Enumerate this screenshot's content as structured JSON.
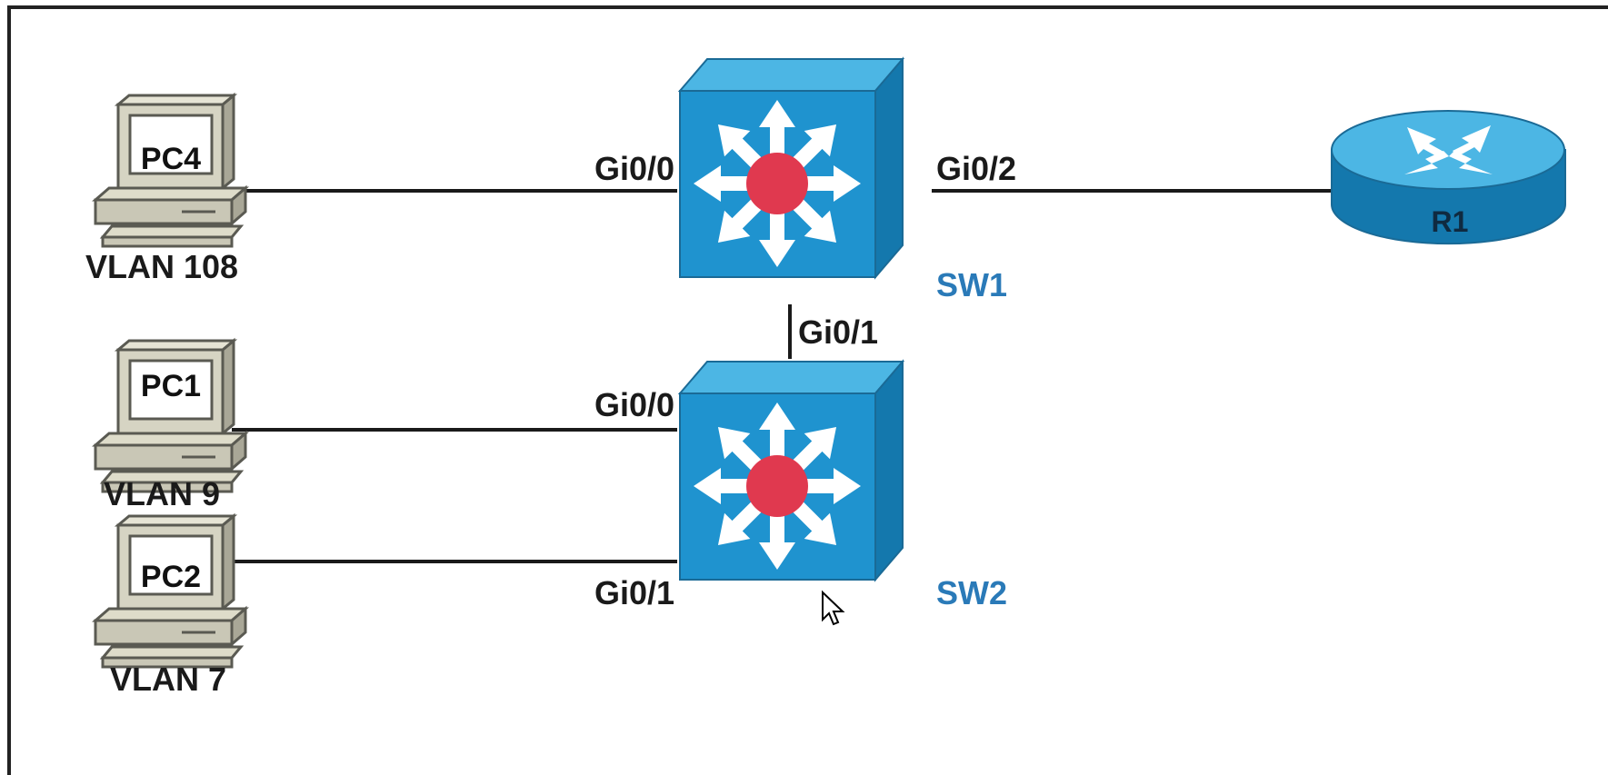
{
  "devices": {
    "pc4": {
      "name": "PC4",
      "vlan": "VLAN 108"
    },
    "pc1": {
      "name": "PC1",
      "vlan": "VLAN 9"
    },
    "pc2": {
      "name": "PC2",
      "vlan": "VLAN 7"
    },
    "sw1": {
      "name": "SW1"
    },
    "sw2": {
      "name": "SW2"
    },
    "r1": {
      "name": "R1"
    }
  },
  "ports": {
    "sw1_left": "Gi0/0",
    "sw1_right": "Gi0/2",
    "sw1_down": "Gi0/1",
    "sw2_pc1": "Gi0/0",
    "sw2_pc2": "Gi0/1"
  },
  "links": [
    {
      "from": "PC4",
      "to": "SW1",
      "port": "Gi0/0"
    },
    {
      "from": "SW1",
      "to": "R1",
      "port": "Gi0/2"
    },
    {
      "from": "SW1",
      "to": "SW2",
      "port": "Gi0/1"
    },
    {
      "from": "PC1",
      "to": "SW2",
      "port": "Gi0/0"
    },
    {
      "from": "PC2",
      "to": "SW2",
      "port": "Gi0/1"
    }
  ],
  "colors": {
    "switch": "#1f93cf",
    "switch_top": "#4cb6e4",
    "switch_side": "#1478ad",
    "core": "#e0394f",
    "label_switch": "#2a7ab8",
    "router": "#1f93cf",
    "pc": "#c9c7b6"
  }
}
